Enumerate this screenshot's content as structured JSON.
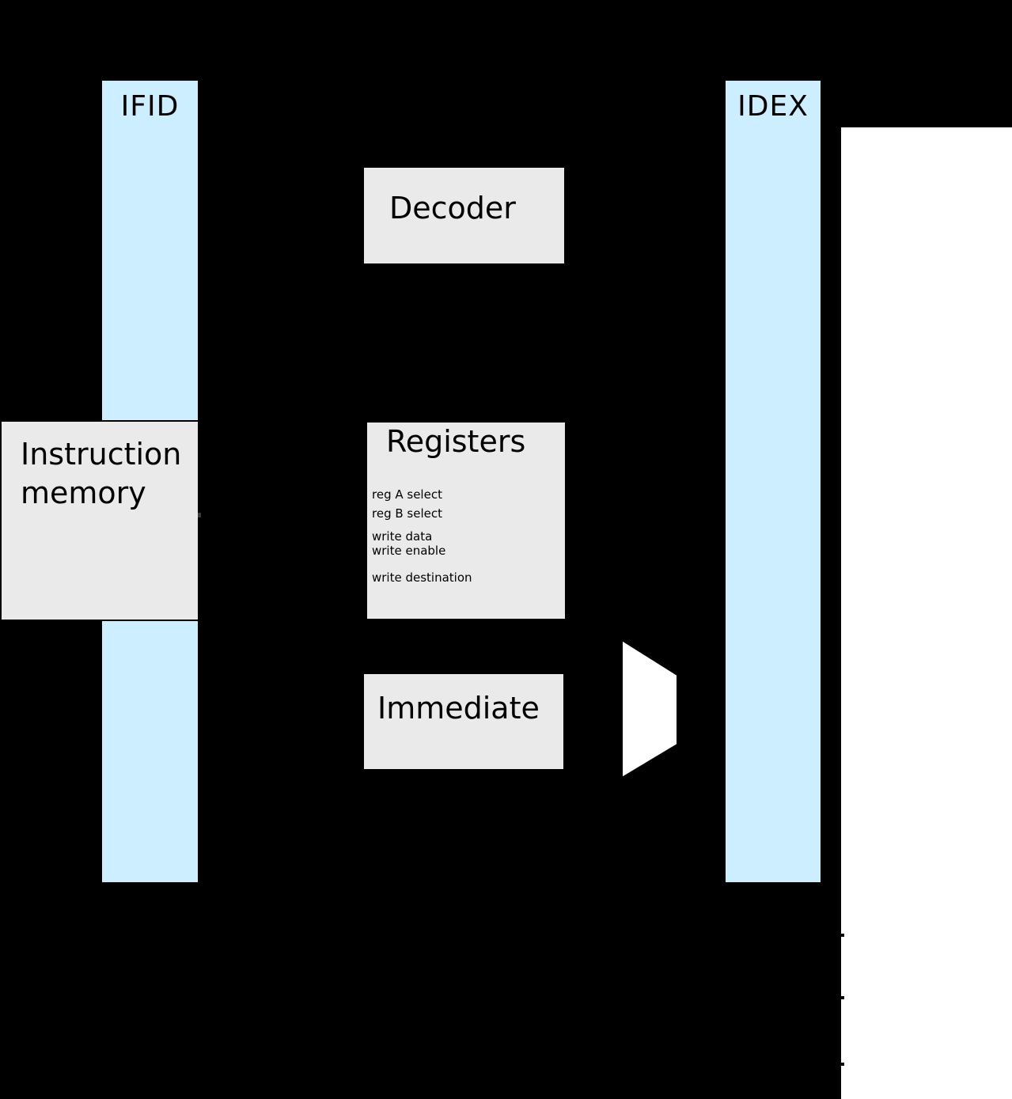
{
  "diagram": {
    "type": "cpu-pipeline-decode-stage",
    "colors": {
      "background": "#000000",
      "pipeline_register_fill": "#cceeff",
      "block_fill": "#eaeaea",
      "block_border": "#000000",
      "mux_fill": "#ffffff",
      "page_region_fill": "#ffffff",
      "text": "#000000"
    },
    "pipeline_registers": [
      {
        "label": "IFID"
      },
      {
        "label": "IDEX"
      }
    ],
    "blocks": {
      "instruction_memory": {
        "label_line1": "Instruction",
        "label_line2": "memory"
      },
      "decoder": {
        "label": "Decoder"
      },
      "registers": {
        "label": "Registers",
        "ports": [
          "reg A select",
          "reg B select",
          "write data",
          "write enable",
          "write destination"
        ]
      },
      "immediate": {
        "label": "Immediate"
      }
    },
    "mux": {
      "shape": "right-pointing trapezoid (multiplexer)"
    }
  }
}
